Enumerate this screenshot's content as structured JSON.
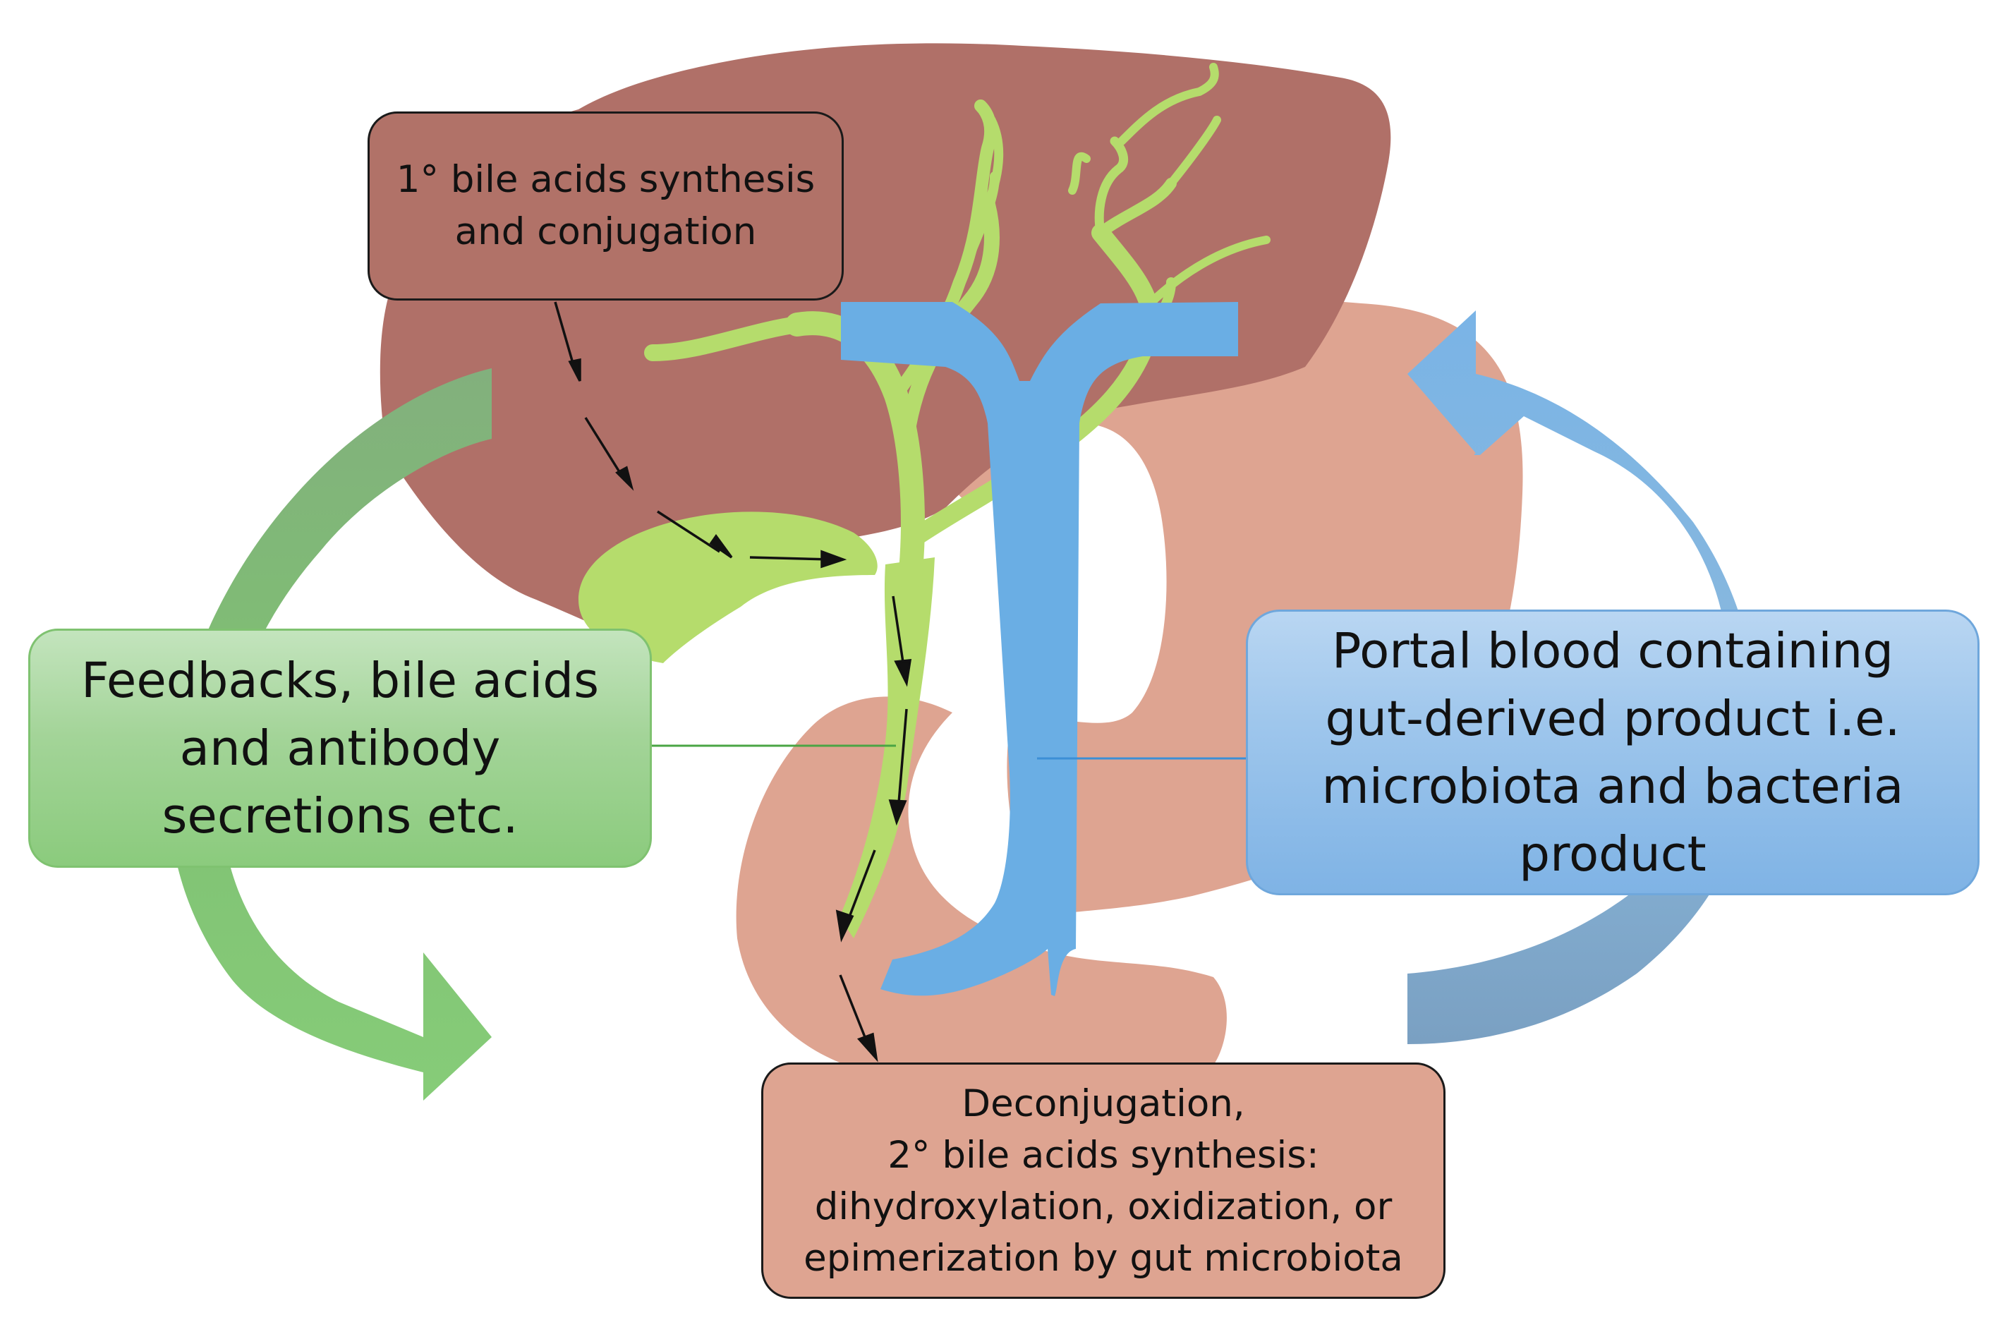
{
  "colors": {
    "liver": "#b07068",
    "stomach_intestine": "#dea491",
    "gallbladder_ducts": "#b5dc6c",
    "portal_vein": "#6aaee4",
    "feedback_arrow": "#7fc570",
    "portal_arrow": "#7ab0e0",
    "flow_arrows": "#111111"
  },
  "boxes": {
    "synthesis": {
      "lines": [
        "1° bile acids synthesis",
        "and conjugation"
      ]
    },
    "feedback": {
      "lines": [
        "Feedbacks, bile acids",
        "and antibody",
        "secretions etc."
      ]
    },
    "portal": {
      "lines": [
        "Portal blood containing",
        "gut-derived product i.e.",
        "microbiota and bacteria",
        "product"
      ]
    },
    "deconjugation": {
      "lines": [
        "Deconjugation,",
        "2° bile acids synthesis:",
        "dihydroxylation, oxidization, or",
        "epimerization by gut microbiota"
      ]
    }
  }
}
